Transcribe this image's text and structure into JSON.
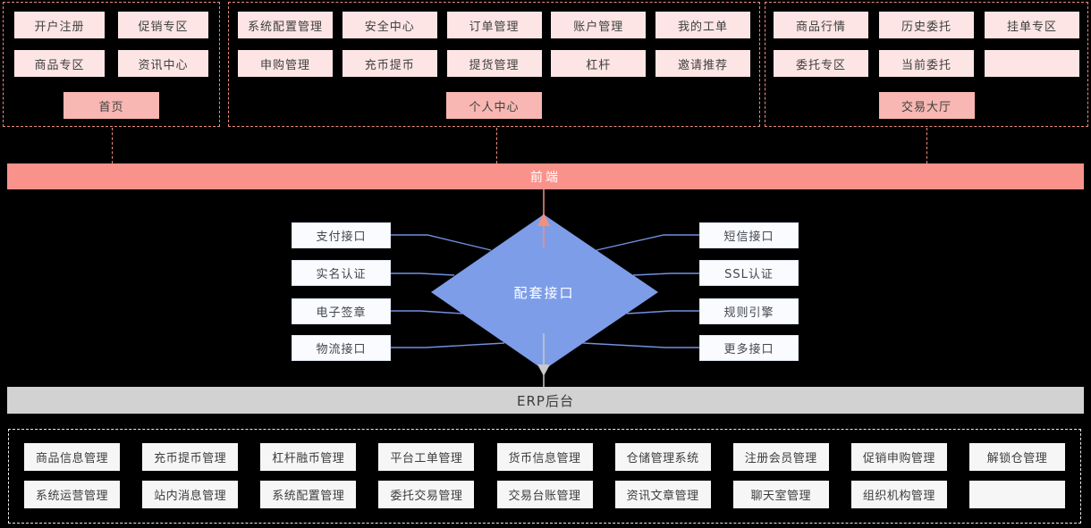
{
  "colors": {
    "background": "#000000",
    "group_border_dashed": "#ee8c7c",
    "node_pink_light": "#fce5e4",
    "node_pink_dark": "#f8b7b2",
    "frontend_bar": "#f9928b",
    "diamond_blue": "#7d9de8",
    "connector_blue": "#7190e0",
    "arrow_up_salmon": "#ef917e",
    "arrow_down_gray": "#c9c9c9",
    "erp_bar_gray": "#d2d2d2",
    "erp_module_bg": "#f6f6f6",
    "backend_border_dashed": "#ececec"
  },
  "frontend_groups": [
    {
      "title": "首页",
      "row1": [
        "开户注册",
        "促销专区"
      ],
      "row2": [
        "商品专区",
        "资讯中心"
      ]
    },
    {
      "title": "个人中心",
      "row1": [
        "系统配置管理",
        "安全中心",
        "订单管理",
        "账户管理",
        "我的工单"
      ],
      "row2": [
        "申购管理",
        "充币提币",
        "提货管理",
        "杠杆",
        "邀请推荐"
      ]
    },
    {
      "title": "交易大厅",
      "row1": [
        "商品行情",
        "历史委托",
        "挂单专区"
      ],
      "row2": [
        "委托专区",
        "当前委托",
        ""
      ]
    }
  ],
  "frontend_bar": {
    "label": "前端"
  },
  "interface_hub": {
    "label": "配套接口",
    "left": [
      "支付接口",
      "实名认证",
      "电子签章",
      "物流接口"
    ],
    "right": [
      "短信接口",
      "SSL认证",
      "规则引擎",
      "更多接口"
    ]
  },
  "erp_bar": {
    "label": "ERP后台"
  },
  "erp_modules": {
    "row1": [
      "商品信息管理",
      "充币提币管理",
      "杠杆融币管理",
      "平台工单管理",
      "货币信息管理",
      "仓储管理系统",
      "注册会员管理",
      "促销申购管理",
      "解锁仓管理"
    ],
    "row2": [
      "系统运营管理",
      "站内消息管理",
      "系统配置管理",
      "委托交易管理",
      "交易台账管理",
      "资讯文章管理",
      "聊天室管理",
      "组织机构管理",
      ""
    ]
  }
}
